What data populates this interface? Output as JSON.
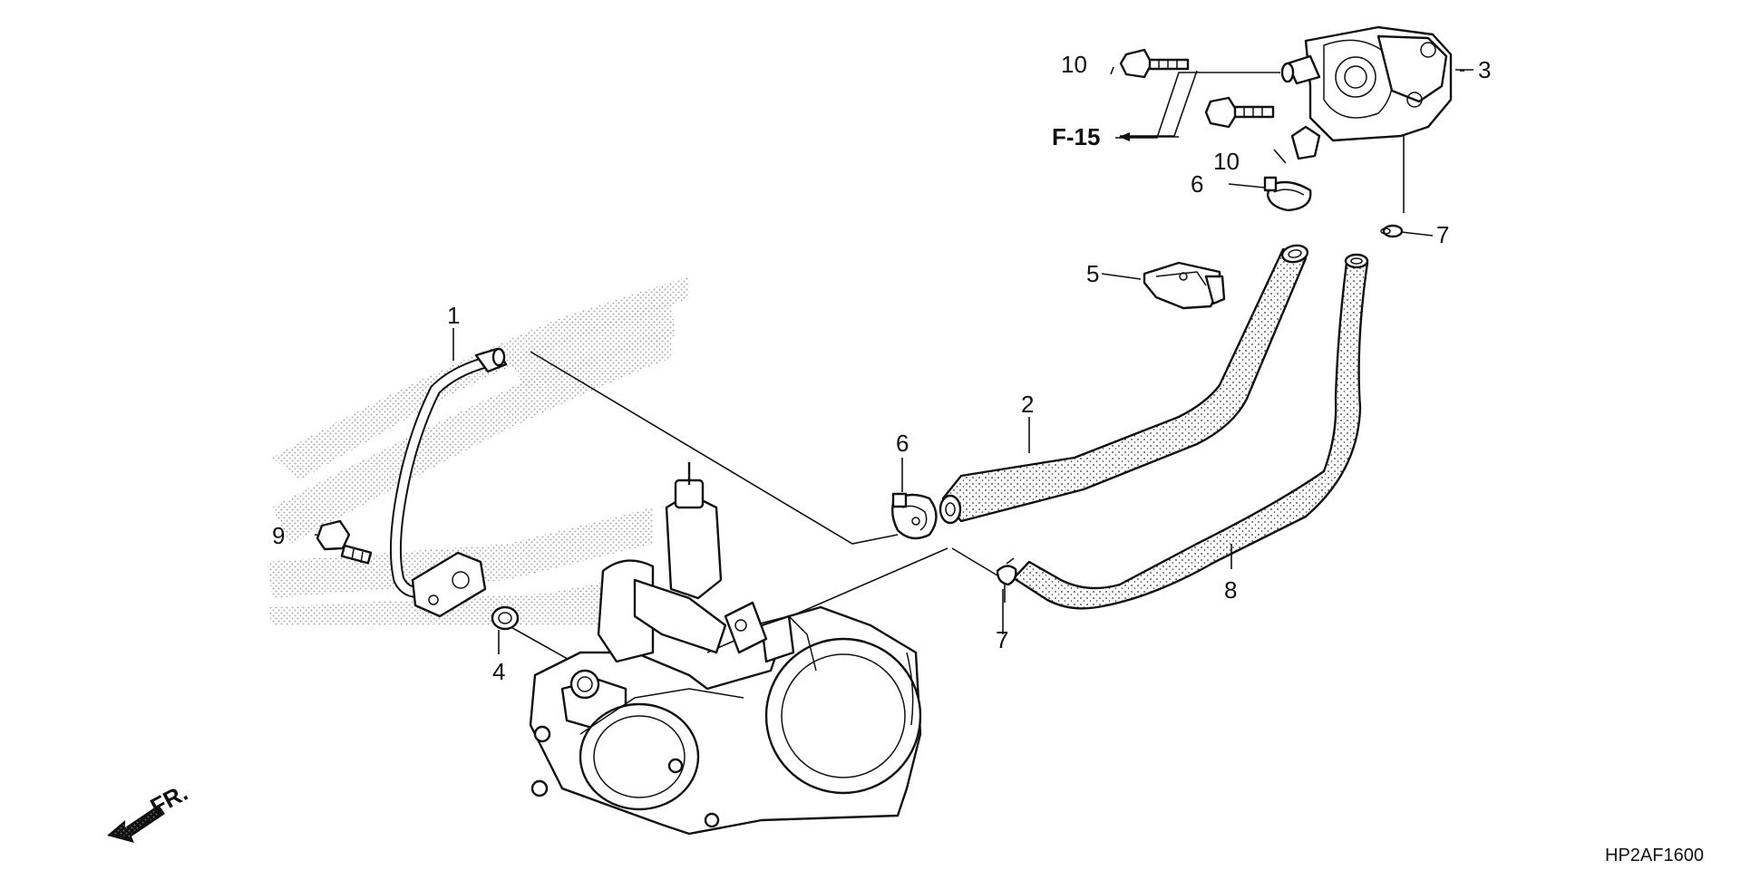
{
  "labels": {
    "part_1": "1",
    "part_2": "2",
    "part_3": "3",
    "part_4": "4",
    "part_5": "5",
    "part_6_top": "6",
    "part_6_mid": "6",
    "part_7_right": "7",
    "part_7_mid": "7",
    "part_8": "8",
    "part_9": "9",
    "part_10_top": "10",
    "part_10_mid": "10"
  },
  "reference": "F-15",
  "front_marker": "FR.",
  "diagram_code": "HP2AF1600"
}
